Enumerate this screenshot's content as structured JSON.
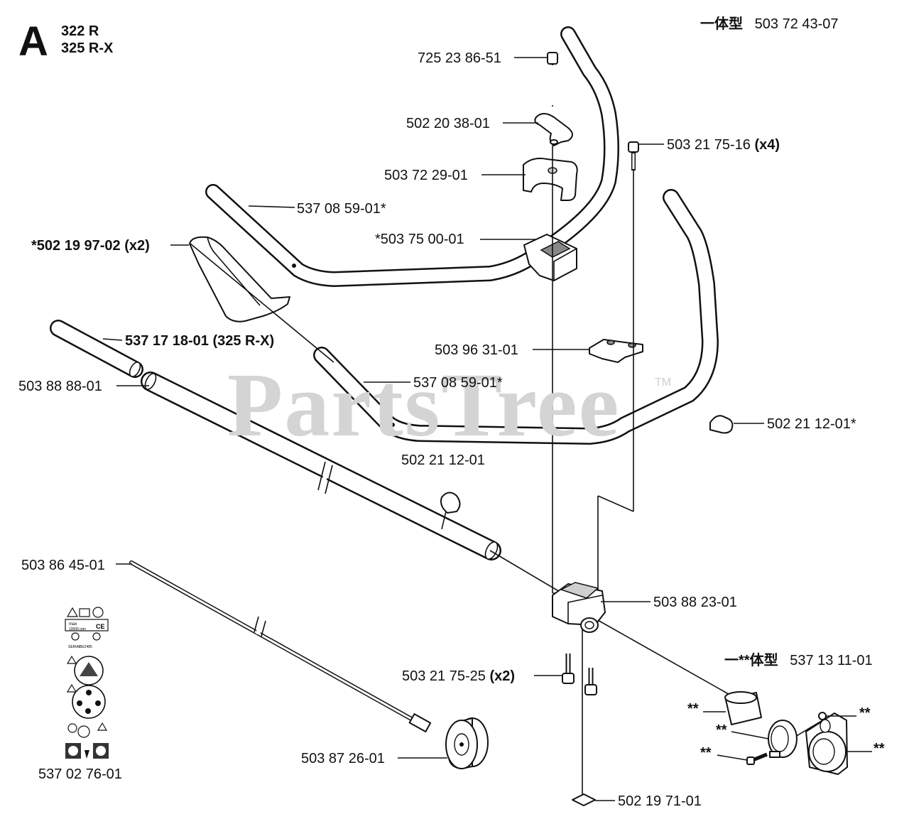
{
  "section": {
    "letter": "A",
    "models": [
      "322 R",
      "325 R-X"
    ]
  },
  "watermark": {
    "text": "PartsTree",
    "tm": "TM"
  },
  "kits": {
    "one_piece": {
      "prefix": "一体型",
      "part": "503 72 43-07"
    },
    "alt_kit": {
      "prefix": "一**体型",
      "part": "537 13 11-01"
    }
  },
  "callouts": {
    "p1": {
      "text": "725 23 86-51"
    },
    "p2": {
      "text": "502 20 38-01"
    },
    "p3": {
      "text": "503 72 29-01"
    },
    "p4": {
      "part": "503 21 75-16",
      "qty": "(x4)"
    },
    "p5": {
      "text": "537 08 59-01*"
    },
    "p6": {
      "text": "*503 75 00-01"
    },
    "p7": {
      "text": "*502 19 97-02 (x2)"
    },
    "p8": {
      "text": "537 17 18-01 (325 R-X)"
    },
    "p9": {
      "text": "503 96 31-01"
    },
    "p10": {
      "text": "503 88 88-01"
    },
    "p11": {
      "text": "537 08 59-01*"
    },
    "p12": {
      "text": "502 21 12-01*"
    },
    "p13": {
      "text": "502 21 12-01"
    },
    "p14": {
      "text": "503 86 45-01"
    },
    "p15": {
      "text": "503 88 23-01"
    },
    "p16": {
      "part": "503 21 75-25",
      "qty": "(x2)"
    },
    "p17": {
      "text": "503 87 26-01"
    },
    "p18": {
      "text": "502 19 71-01"
    },
    "p19": {
      "text": "537 02 76-01"
    },
    "s1": {
      "text": "**"
    },
    "s2": {
      "text": "**"
    },
    "s3": {
      "text": "**"
    },
    "s4": {
      "text": "**"
    },
    "s5": {
      "text": "**"
    }
  },
  "decal_panel": {
    "mini_texts": [
      "max",
      "10000 rpm",
      "CE",
      "SERIAL",
      "BE2485"
    ]
  }
}
